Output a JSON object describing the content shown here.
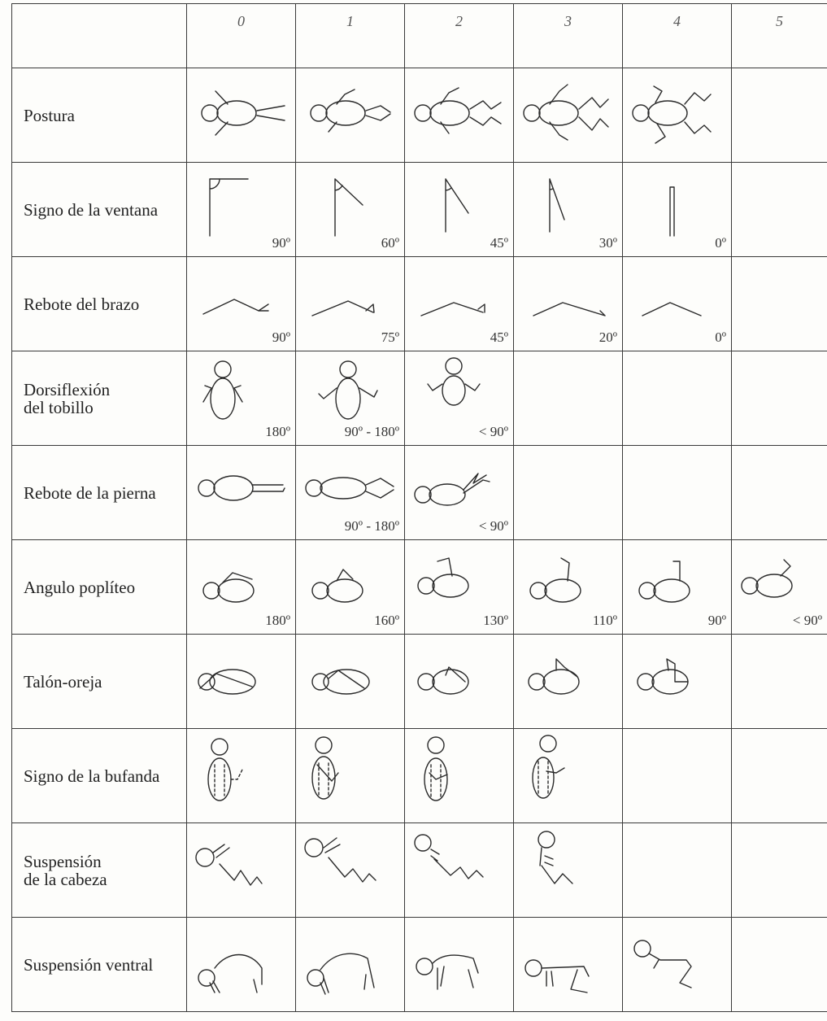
{
  "scores": [
    "0",
    "1",
    "2",
    "3",
    "4",
    "5"
  ],
  "rows": [
    {
      "label": "Postura",
      "angles": [
        "",
        "",
        "",
        "",
        "",
        ""
      ]
    },
    {
      "label": "Signo de la ventana",
      "angles": [
        "90º",
        "60º",
        "45º",
        "30º",
        "0º",
        ""
      ]
    },
    {
      "label": "Rebote del brazo",
      "angles": [
        "90º",
        "75º",
        "45º",
        "20º",
        "0º",
        ""
      ]
    },
    {
      "label": "Dorsiflexión\ndel tobillo",
      "angles": [
        "180º",
        "90º - 180º",
        "< 90º",
        "",
        "",
        ""
      ]
    },
    {
      "label": "Rebote de la pierna",
      "angles": [
        "",
        "90º - 180º",
        "< 90º",
        "",
        "",
        ""
      ]
    },
    {
      "label": "Angulo poplíteo",
      "angles": [
        "180º",
        "160º",
        "130º",
        "110º",
        "90º",
        "< 90º"
      ]
    },
    {
      "label": "Talón-oreja",
      "angles": [
        "",
        "",
        "",
        "",
        "",
        ""
      ]
    },
    {
      "label": "Signo de la bufanda",
      "angles": [
        "",
        "",
        "",
        "",
        "",
        ""
      ]
    },
    {
      "label": "Suspensión\nde la cabeza",
      "angles": [
        "",
        "",
        "",
        "",
        "",
        ""
      ]
    },
    {
      "label": "Suspensión ventral",
      "angles": [
        "",
        "",
        "",
        "",
        "",
        ""
      ]
    }
  ],
  "drawings": {
    "0": [
      [
        "posture-0",
        "posture-1",
        "posture-2",
        "posture-3",
        "posture-4",
        ""
      ],
      [
        "window-0",
        "window-1",
        "window-2",
        "window-3",
        "window-4",
        ""
      ],
      [
        "recoil-arm-0",
        "recoil-arm-1",
        "recoil-arm-2",
        "recoil-arm-3",
        "recoil-arm-4",
        ""
      ],
      [
        "ankle-0",
        "ankle-1",
        "ankle-2",
        "",
        "",
        ""
      ],
      [
        "recoil-leg-0",
        "recoil-leg-1",
        "recoil-leg-2",
        "",
        "",
        ""
      ],
      [
        "popliteal-0",
        "popliteal-1",
        "popliteal-2",
        "popliteal-3",
        "popliteal-4",
        "popliteal-5"
      ],
      [
        "heel-ear-0",
        "heel-ear-1",
        "heel-ear-2",
        "heel-ear-3",
        "heel-ear-4",
        ""
      ],
      [
        "scarf-0",
        "scarf-1",
        "scarf-2",
        "scarf-3",
        "",
        ""
      ],
      [
        "head-lag-0",
        "head-lag-1",
        "head-lag-2",
        "head-lag-3",
        "",
        ""
      ],
      [
        "ventral-0",
        "ventral-1",
        "ventral-2",
        "ventral-3",
        "ventral-4",
        ""
      ]
    ]
  }
}
